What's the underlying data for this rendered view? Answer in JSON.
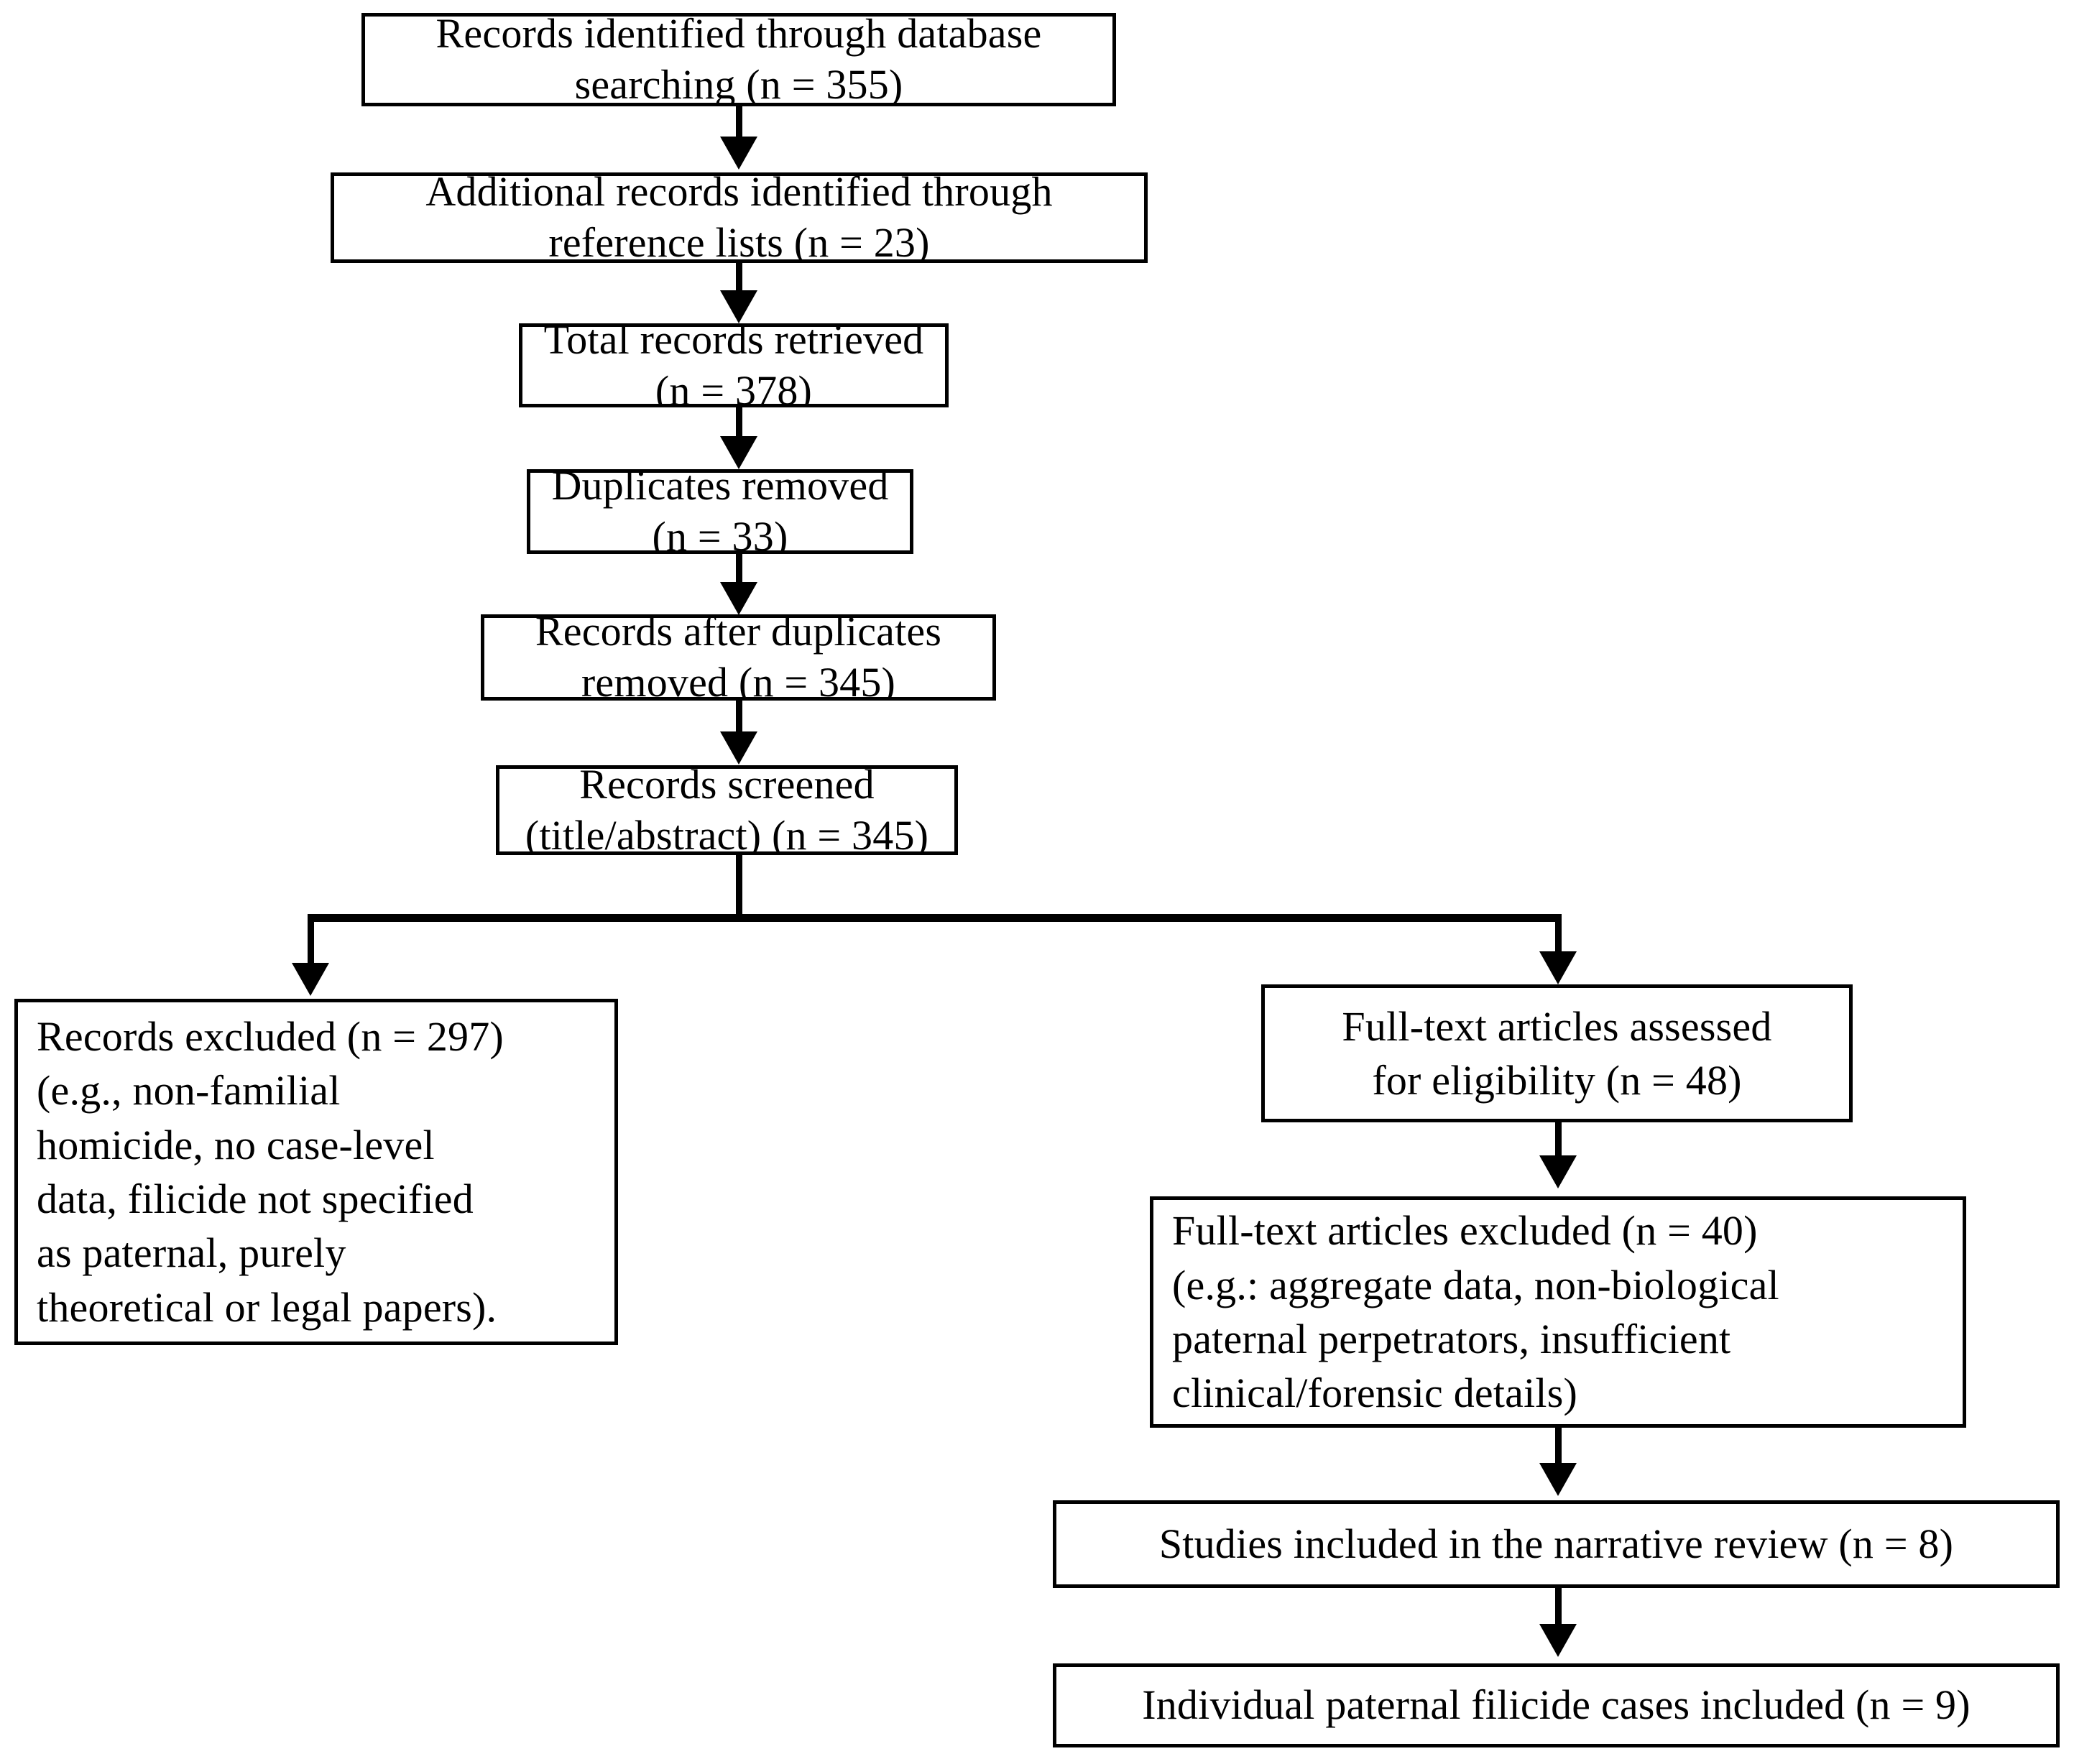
{
  "diagram": {
    "title": "PRISMA study selection flow diagram",
    "type": "flowchart",
    "stroke_color": "#000000",
    "fill_color": "#ffffff",
    "nodes": [
      {
        "id": "records-identified",
        "text": "Records identified through database searching (n = 355)",
        "n": 355,
        "stage": "identification"
      },
      {
        "id": "additional-records",
        "text": "Additional records identified through reference lists (n = 23)",
        "n": 23,
        "stage": "identification"
      },
      {
        "id": "total-retrieved",
        "text": "Total records retrieved (n = 378)",
        "n": 378,
        "stage": "identification"
      },
      {
        "id": "duplicates-removed",
        "text": "Duplicates removed (n = 33)",
        "n": 33,
        "stage": "screening"
      },
      {
        "id": "records-after-duplicates",
        "text": "Records after duplicates removed (n = 345)",
        "n": 345,
        "stage": "screening"
      },
      {
        "id": "records-screened",
        "text": "Records screened (title/abstract) (n = 345)",
        "n": 345,
        "stage": "screening"
      },
      {
        "id": "records-excluded",
        "text": "Records excluded (n = 297)\n(e.g., non-familial\nhomicide, no case-level\ndata, filicide not specified\nas paternal, purely\ntheoretical or legal papers).",
        "n": 297,
        "stage": "screening"
      },
      {
        "id": "fulltext-assessed",
        "text": "Full-text articles assessed\nfor eligibility (n = 48)",
        "n": 48,
        "stage": "eligibility"
      },
      {
        "id": "fulltext-excluded",
        "text": "Full-text articles excluded (n = 40)\n(e.g.:  aggregate data, non-biological\npaternal perpetrators, insufficient\nclinical/forensic details)",
        "n": 40,
        "stage": "eligibility"
      },
      {
        "id": "studies-included",
        "text": "Studies included in the narrative review (n = 8)",
        "n": 8,
        "stage": "included"
      },
      {
        "id": "cases-included",
        "text": "Individual paternal filicide cases included (n = 9)",
        "n": 9,
        "stage": "included"
      }
    ],
    "edges": [
      {
        "from": "records-identified",
        "to": "additional-records",
        "kind": "straight-down-arrow"
      },
      {
        "from": "additional-records",
        "to": "total-retrieved",
        "kind": "straight-down-arrow"
      },
      {
        "from": "total-retrieved",
        "to": "duplicates-removed",
        "kind": "straight-down-arrow"
      },
      {
        "from": "duplicates-removed",
        "to": "records-after-duplicates",
        "kind": "straight-down-arrow"
      },
      {
        "from": "records-after-duplicates",
        "to": "records-screened",
        "kind": "straight-down-arrow"
      },
      {
        "from": "records-screened",
        "to": "records-excluded",
        "kind": "split-elbow-left-arrow"
      },
      {
        "from": "records-screened",
        "to": "fulltext-assessed",
        "kind": "split-elbow-right-arrow"
      },
      {
        "from": "fulltext-assessed",
        "to": "fulltext-excluded",
        "kind": "straight-down-arrow"
      },
      {
        "from": "fulltext-excluded",
        "to": "studies-included",
        "kind": "straight-down-arrow"
      },
      {
        "from": "studies-included",
        "to": "cases-included",
        "kind": "straight-down-arrow"
      }
    ]
  }
}
